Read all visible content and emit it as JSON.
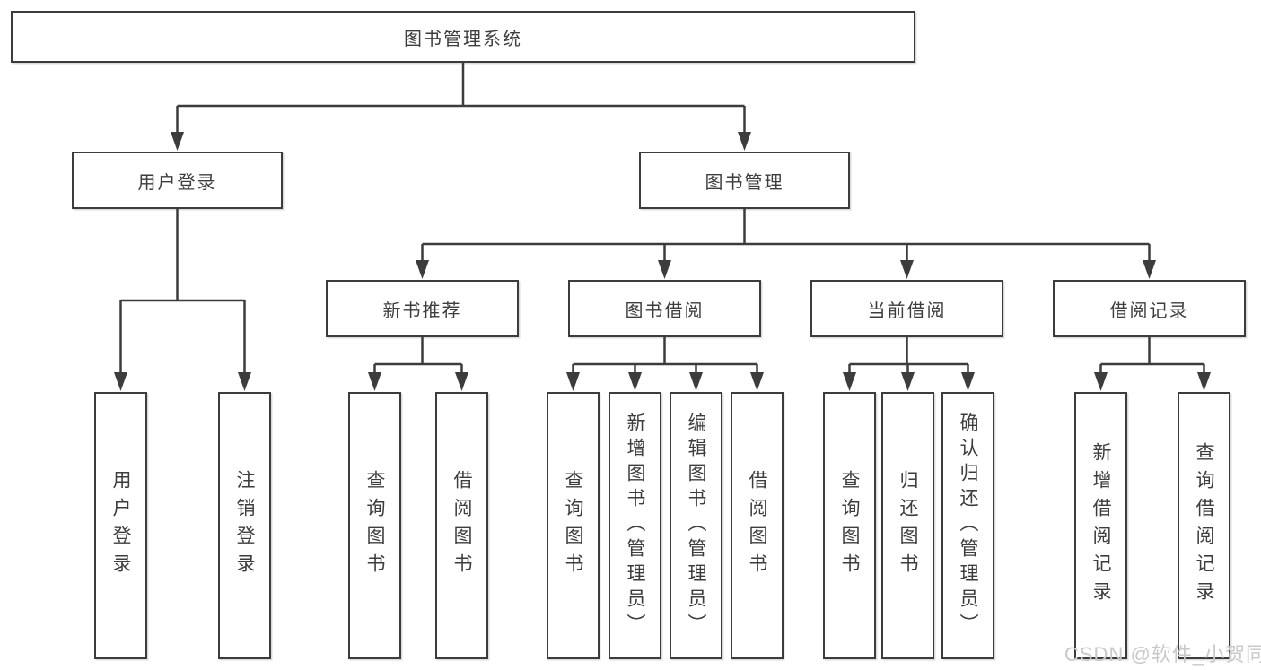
{
  "diagram": {
    "root": {
      "label": "图书管理系统"
    },
    "level1": [
      {
        "id": "user-login",
        "label": "用户登录"
      },
      {
        "id": "book-management",
        "label": "图书管理"
      }
    ],
    "level2": [
      {
        "id": "new-book-recommendation",
        "label": "新书推荐",
        "parent": "图书管理"
      },
      {
        "id": "book-borrowing",
        "label": "图书借阅",
        "parent": "图书管理"
      },
      {
        "id": "current-borrowing",
        "label": "当前借阅",
        "parent": "图书管理"
      },
      {
        "id": "borrowing-records",
        "label": "借阅记录",
        "parent": "图书管理"
      }
    ],
    "leaves": [
      {
        "label": "用户登录",
        "parent": "用户登录"
      },
      {
        "label": "注销登录",
        "parent": "用户登录"
      },
      {
        "label": "查询图书",
        "parent": "新书推荐"
      },
      {
        "label": "借阅图书",
        "parent": "新书推荐"
      },
      {
        "label": "查询图书",
        "parent": "图书借阅"
      },
      {
        "label": "新增图书（管理员）",
        "parent": "图书借阅"
      },
      {
        "label": "编辑图书（管理员）",
        "parent": "图书借阅"
      },
      {
        "label": "借阅图书",
        "parent": "图书借阅"
      },
      {
        "label": "查询图书",
        "parent": "当前借阅"
      },
      {
        "label": "归还图书",
        "parent": "当前借阅"
      },
      {
        "label": "确认归还（管理员）",
        "parent": "当前借阅"
      },
      {
        "label": "新增借阅记录",
        "parent": "借阅记录"
      },
      {
        "label": "查询借阅记录",
        "parent": "借阅记录"
      }
    ],
    "watermark": "CSDN @软件_小贺同学",
    "colors": {
      "line": "#3c3c3c",
      "text": "#3d3d3d",
      "background": "#ffffff",
      "watermark": "#c9c9c9"
    }
  }
}
